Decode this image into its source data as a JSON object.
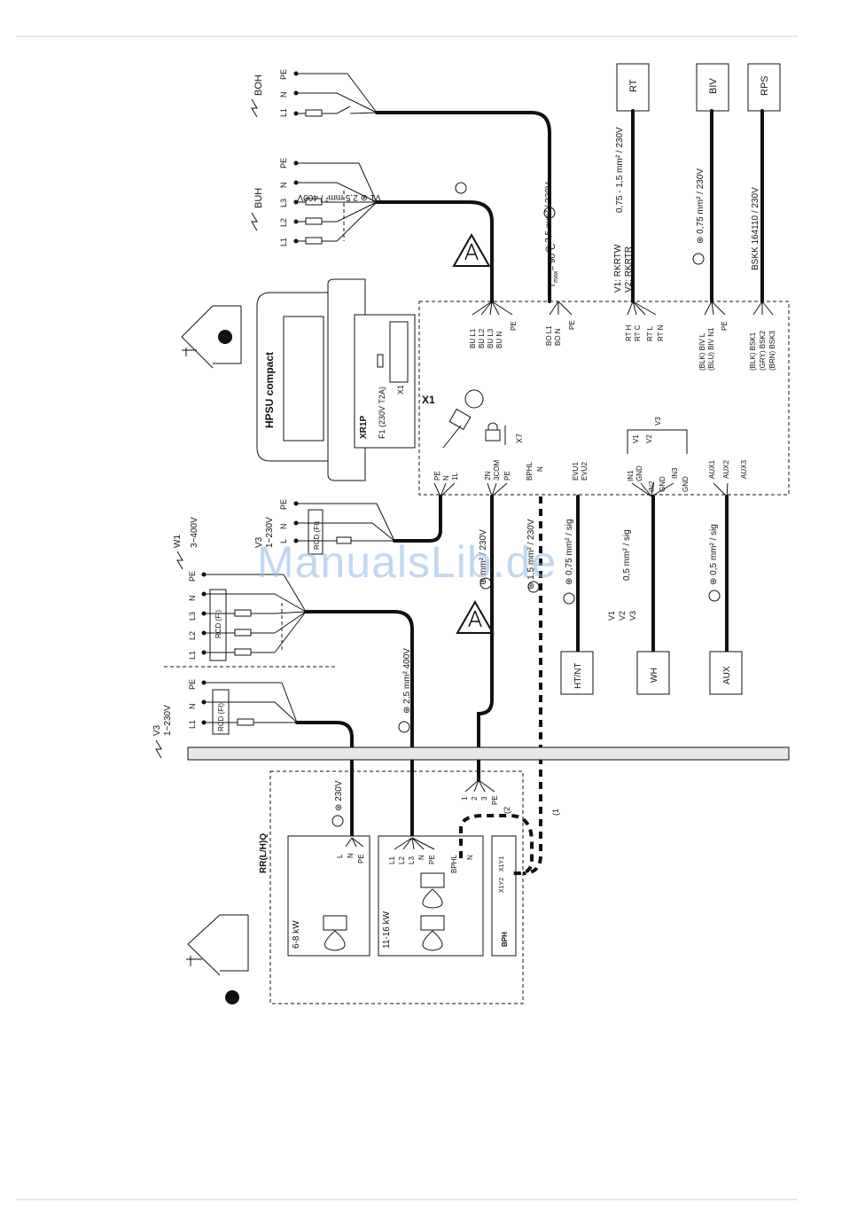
{
  "watermark": "ManualsLib.de",
  "hpsu": {
    "name": "HPSU compact",
    "board": "XR1P",
    "fuse": "F1 (230V T2A)",
    "terminal_x1": "X1",
    "terminal_x1_big": "X1",
    "terminal_x7": "X7"
  },
  "boh": {
    "label": "BOH",
    "pins": [
      "PE",
      "N",
      "L1"
    ]
  },
  "buh": {
    "label": "BUH",
    "pins": [
      "PE",
      "N",
      "L3",
      "L2",
      "L1"
    ]
  },
  "cables": {
    "buh_cable": "V1",
    "buh_spec": "2,5 mm² / 400V",
    "boh_spec": "2,5 mm² / 230V",
    "tmax": "T",
    "tmax_sub": "max",
    "tmax_val": "= 90°C",
    "rt_v1": "V1: RKRTW",
    "rt_v2": "V2: RKRTR",
    "rt_spec": "0,75 - 1,5 mm² / 230V",
    "biv_spec": "0,75 mm² / 230V",
    "rps_spec": "BSKK  164110 / 230V",
    "x1_spec": "mm² / 230V",
    "bph_spec": "1,5 mm² / 230V",
    "htnt_spec": "0,75 mm² / sig",
    "wh_spec": "0,5 mm² / sig",
    "aux_spec": "0,5 mm² / sig",
    "outdoor_spec": "2,5 mm² 400V",
    "rr_spec": "230V",
    "wh_v1": "V1",
    "wh_v2": "V2",
    "wh_v3": "V3"
  },
  "devices": {
    "rt": "RT",
    "biv": "BIV",
    "rps": "RPS",
    "htnt": "HT/NT",
    "wh": "WH",
    "aux": "AUX"
  },
  "x1_terminals": {
    "bu": [
      "BU  L1",
      "BU  L2",
      "BU  L3",
      "BU   N",
      "PE"
    ],
    "bo": [
      "BO  L1",
      "BO   N",
      "PE"
    ],
    "rt": [
      "RT  H",
      "RT  C",
      "RT   L",
      "RT   N"
    ],
    "biv": [
      "(BLK) BIV   L",
      "(BLU) BIV  N1",
      "PE"
    ],
    "bsk": [
      "(BLK) BSK1",
      "(GRY) BSK2",
      "(BRN) BSK3"
    ],
    "aux": [
      "AUX1",
      "AUX2",
      "AUX3"
    ],
    "wh": [
      "IN1",
      "GND",
      "IN2",
      "GND",
      "IN3",
      "GND"
    ],
    "wh_v": [
      "V1",
      "V2",
      "V3"
    ],
    "evu": [
      "EVU1",
      "EVU2"
    ],
    "bph": [
      "BPHL",
      "N"
    ],
    "com": [
      "2N",
      "3COM",
      "PE"
    ],
    "pwr": [
      "PE",
      "N",
      "1L"
    ]
  },
  "supplies": {
    "w1": {
      "name": "W1",
      "rating": "3~400V",
      "pins": [
        "PE",
        "N",
        "L3",
        "L2",
        "L1"
      ],
      "rcd": "RCD (FI)"
    },
    "v3_hpsu": {
      "name": "V3",
      "rating": "1~230V",
      "pins": [
        "PE",
        "N",
        "L"
      ],
      "rcd": "RCD (FI)"
    },
    "v3_out": {
      "name": "V3",
      "rating": "1~230V",
      "pins": [
        "PE",
        "N",
        "L1"
      ],
      "rcd": "RCD (FI)"
    }
  },
  "outdoor": {
    "title": "RR(L/H)Q",
    "unit_small": "6-8 kW",
    "unit_small_pins": [
      "L",
      "N",
      "PE"
    ],
    "unit_large": "11-16 kW",
    "unit_large_pins": [
      "L1",
      "L2",
      "L3",
      "N",
      "PE"
    ],
    "bphl_pins": [
      "BPHL",
      "N"
    ],
    "bph": "BPH",
    "bph_x1y1": "X1Y1",
    "bph_x1y2": "X1Y2",
    "junction": [
      "1",
      "2",
      "3",
      "PE"
    ],
    "note_2": "(2",
    "note_1": "(1"
  }
}
